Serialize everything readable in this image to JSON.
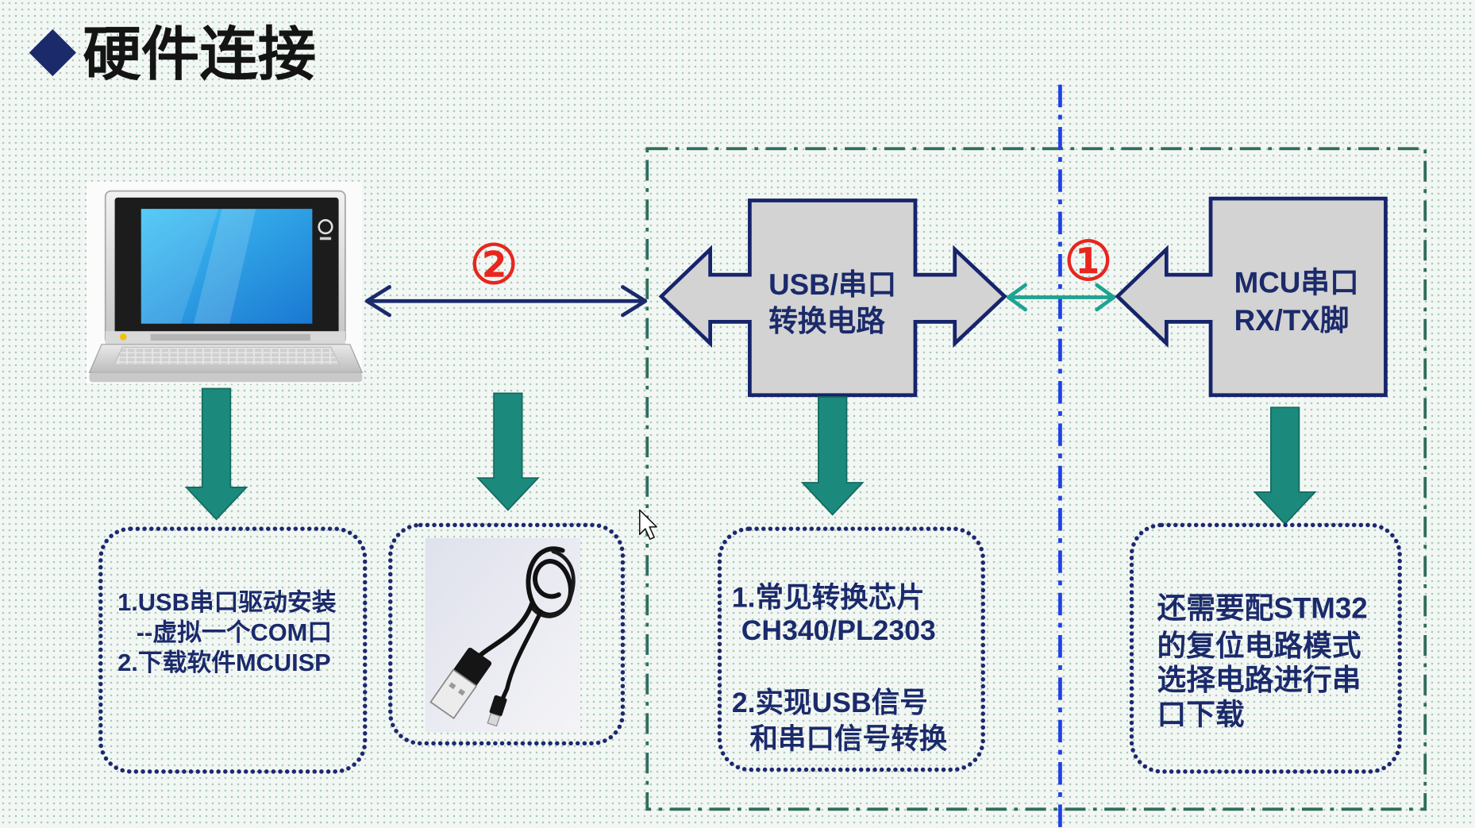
{
  "slide": {
    "title": "硬件连接",
    "title_bullet_icon": "diamond-bullet-icon"
  },
  "pc": {
    "image": "laptop-icon",
    "notes": [
      "1.USB串口驱动安装",
      "--虚拟一个COM口",
      "2.下载软件MCUISP"
    ]
  },
  "link_pc_converter": {
    "badge": "②",
    "arrow_icon": "double-arrow-icon"
  },
  "cable": {
    "image": "usb-cable-photo"
  },
  "converter": {
    "lines": [
      "USB/串口",
      "转换电路"
    ],
    "notes": [
      "1.常见转换芯片",
      "CH340/PL2303",
      "2.实现USB信号",
      "和串口信号转换"
    ]
  },
  "link_converter_mcu": {
    "badge": "①",
    "arrow_icon": "double-arrow-icon"
  },
  "mcu": {
    "lines": [
      "MCU串口",
      "RX/TX脚"
    ],
    "notes": [
      "还需要配STM32",
      "的复位电路模式",
      "选择电路进行串",
      "口下载"
    ]
  },
  "cursor_icon": "mouse-cursor-icon",
  "colors": {
    "navy": "#1b2a6b",
    "teal": "#1b8a7c",
    "arrow_teal": "#1ea392",
    "badge_red": "#e8261e",
    "block_gray": "#d3d3d3",
    "divider_blue": "#1f40e6",
    "frame_green": "#2f6d5c",
    "text_dark": "#141414"
  }
}
